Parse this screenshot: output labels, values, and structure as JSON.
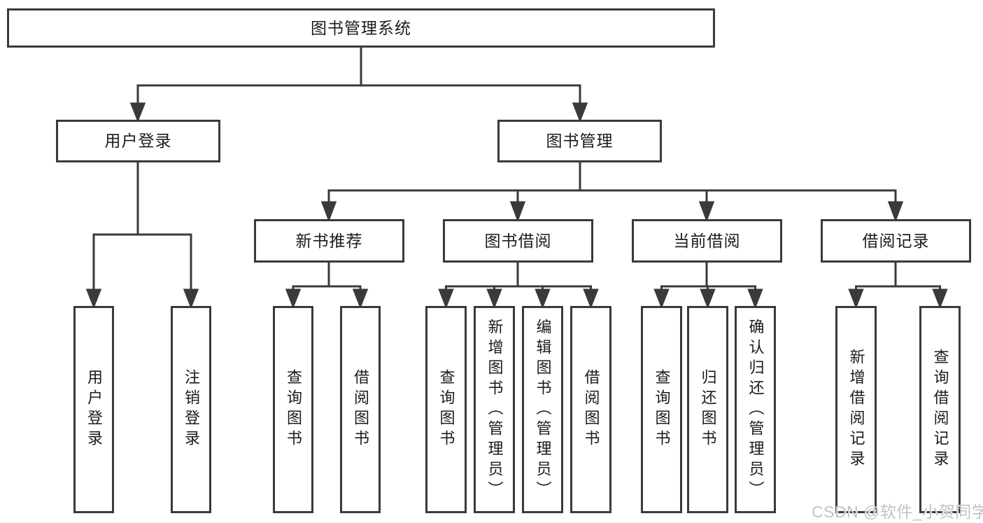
{
  "diagram": {
    "root": {
      "label": "图书管理系统"
    },
    "branches": [
      {
        "label": "用户登录",
        "leaves": [
          {
            "label": "用户登录"
          },
          {
            "label": "注销登录"
          }
        ]
      },
      {
        "label": "图书管理",
        "groups": [
          {
            "label": "新书推荐",
            "leaves": [
              {
                "label": "查询图书"
              },
              {
                "label": "借阅图书"
              }
            ]
          },
          {
            "label": "图书借阅",
            "leaves": [
              {
                "label": "查询图书"
              },
              {
                "label": "新增图书（管理员）"
              },
              {
                "label": "编辑图书（管理员）"
              },
              {
                "label": "借阅图书"
              }
            ]
          },
          {
            "label": "当前借阅",
            "leaves": [
              {
                "label": "查询图书"
              },
              {
                "label": "归还图书"
              },
              {
                "label": "确认归还（管理员）"
              }
            ]
          },
          {
            "label": "借阅记录",
            "leaves": [
              {
                "label": "新增借阅记录"
              },
              {
                "label": "查询借阅记录"
              }
            ]
          }
        ]
      }
    ]
  },
  "watermark": {
    "text": "CSDN @软件_小贺同学"
  },
  "colors": {
    "line": "#3a3a3a",
    "box_border": "#3a3a3a",
    "box_fill": "#ffffff",
    "text": "#1c1c1c",
    "watermark": "#c2c2c2",
    "background": "#ffffff"
  }
}
